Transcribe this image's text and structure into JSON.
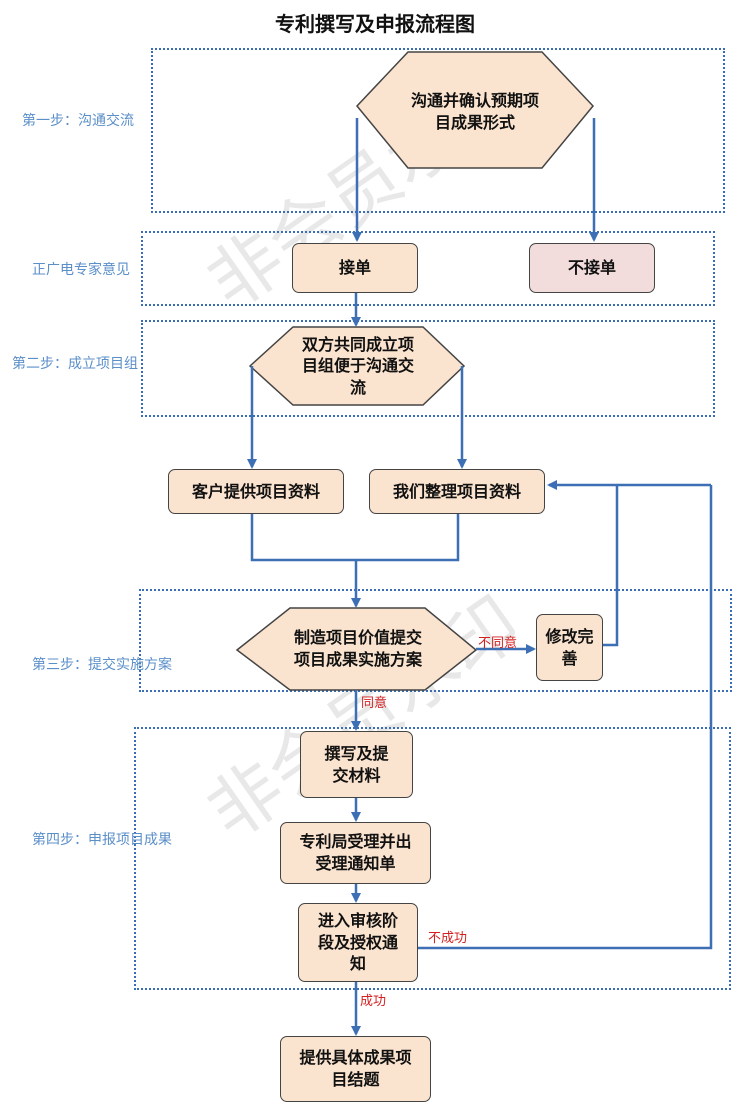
{
  "title": "专利撰写及申报流程图",
  "steps": {
    "step1": "第一步：沟通交流",
    "expert": "正广电专家意见",
    "step2": "第二步：成立项目组",
    "step3": "第三步：提交实施方案",
    "step4": "第四步：申报项目成果"
  },
  "nodes": {
    "communicate": "沟通并确认预期项目成果形式",
    "accept": "接单",
    "reject": "不接单",
    "team": "双方共同成立项目组便于沟通交流",
    "client_material": "客户提供项目资料",
    "our_material": "我们整理项目资料",
    "plan": "制造项目价值提交项目成果实施方案",
    "revise": "修改完善",
    "write": "撰写及提交材料",
    "office": "专利局受理并出受理通知单",
    "review": "进入审核阶段及授权通知",
    "result": "提供具体成果项目结题"
  },
  "edges": {
    "disagree": "不同意",
    "agree": "同意",
    "fail": "不成功",
    "success": "成功"
  },
  "watermark": "非会员水印",
  "colors": {
    "line": "#3d6fb5",
    "node_fill": "#fbe4cf",
    "reject_fill": "#f3dcdc",
    "edge_label": "#d42020"
  }
}
